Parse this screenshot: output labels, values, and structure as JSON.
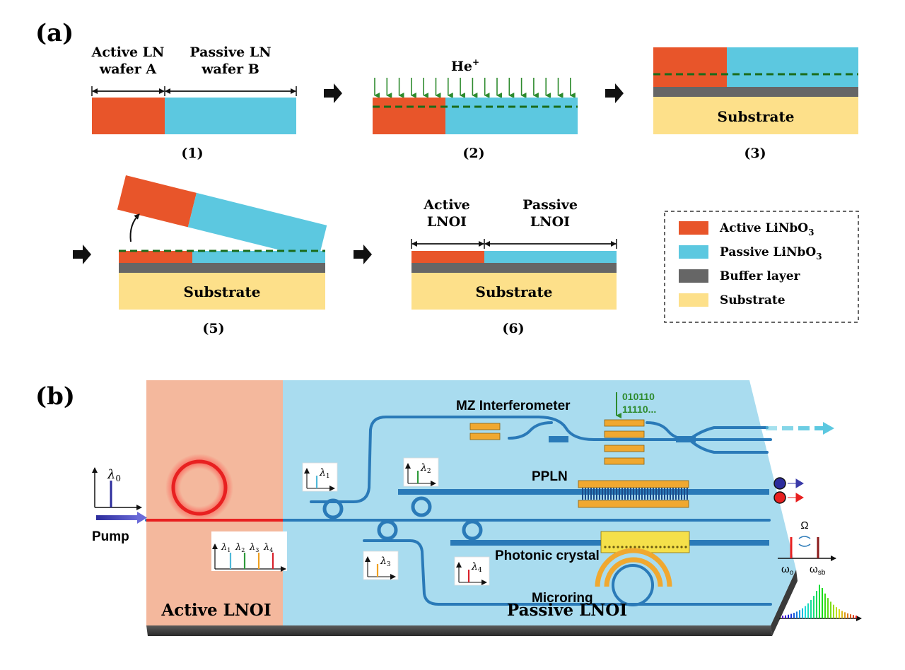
{
  "panel_a": {
    "label": "(a)",
    "wafer_a_label_1": "Active LN",
    "wafer_a_label_2": "wafer A",
    "wafer_b_label_1": "Passive LN",
    "wafer_b_label_2": "wafer B",
    "implant_label": "He",
    "implant_superscript": "+",
    "substrate_label": "Substrate",
    "active_lnoi_1": "Active",
    "active_lnoi_2": "LNOI",
    "passive_lnoi_1": "Passive",
    "passive_lnoi_2": "LNOI",
    "steps": [
      "(1)",
      "(2)",
      "(3)",
      "(5)",
      "(6)"
    ],
    "legend": [
      {
        "label": "Active LiNbO",
        "sub": "3",
        "color": "#e8552a"
      },
      {
        "label": "Passive LiNbO",
        "sub": "3",
        "color": "#5cc8e0"
      },
      {
        "label": "Buffer layer",
        "sub": "",
        "color": "#666666"
      },
      {
        "label": "Substrate",
        "sub": "",
        "color": "#fde08a"
      }
    ]
  },
  "panel_b": {
    "label": "(b)",
    "mz_label": "MZ Interferometer",
    "bits_1": "010110",
    "bits_2": "11110...",
    "ppln_label": "PPLN",
    "photonic_crystal_label": "Photonic crystal",
    "microring_label": "Microring",
    "pump_label": "Pump",
    "active_region_label": "Active LNOI",
    "passive_region_label": "Passive LNOI",
    "lambda_symbol": "λ",
    "lambda_subs": [
      "0",
      "1",
      "2",
      "3",
      "4"
    ],
    "omega_label": "Ω",
    "omega_o": "ω",
    "omega_o_sub": "o",
    "omega_sb": "ω",
    "omega_sb_sub": "sb"
  },
  "colors": {
    "active": "#e8552a",
    "passive": "#5cc8e0",
    "buffer": "#666666",
    "substrate": "#fde08a",
    "waveguide": "#2a7ab8",
    "electrode": "#f0a830",
    "implant": "#2e8b2e",
    "pump": "#3a3aa8",
    "ring_glow": "#e82020"
  }
}
